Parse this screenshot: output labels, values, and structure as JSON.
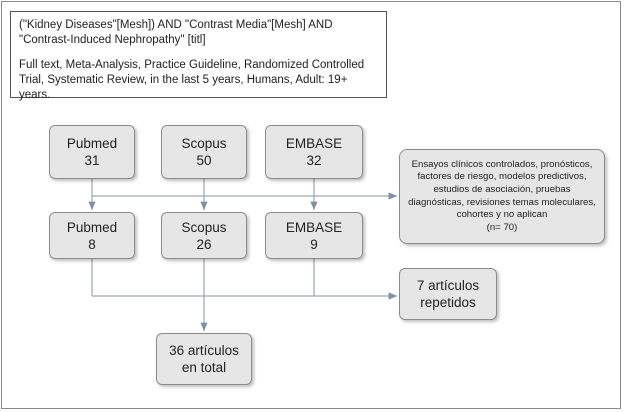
{
  "query": {
    "line1": "(\"Kidney Diseases\"[Mesh]) AND \"Contrast Media\"[Mesh] AND \"Contrast-Induced Nephropathy\" [titl]",
    "line2": "Full text, Meta-Analysis, Practice Guideline, Randomized Controlled Trial, Systematic Review, in the last 5 years, Humans, Adult: 19+ years."
  },
  "databases_initial": [
    {
      "name": "Pubmed",
      "count": "31"
    },
    {
      "name": "Scopus",
      "count": "50"
    },
    {
      "name": "EMBASE",
      "count": "32"
    }
  ],
  "databases_filtered": [
    {
      "name": "Pubmed",
      "count": "8"
    },
    {
      "name": "Scopus",
      "count": "26"
    },
    {
      "name": "EMBASE",
      "count": "9"
    }
  ],
  "excluded": {
    "text": "Ensayos clínicos controlados, pronósticos, factores de riesgo, modelos predictivos, estudios de asociación, pruebas diagnósticas, revisiones temas moleculares, cohortes y no aplican",
    "count": "(n= 70)"
  },
  "duplicates": {
    "line1": "7 artículos",
    "line2": "repetidos"
  },
  "total": {
    "line1": "36 artículos",
    "line2": "en total"
  }
}
